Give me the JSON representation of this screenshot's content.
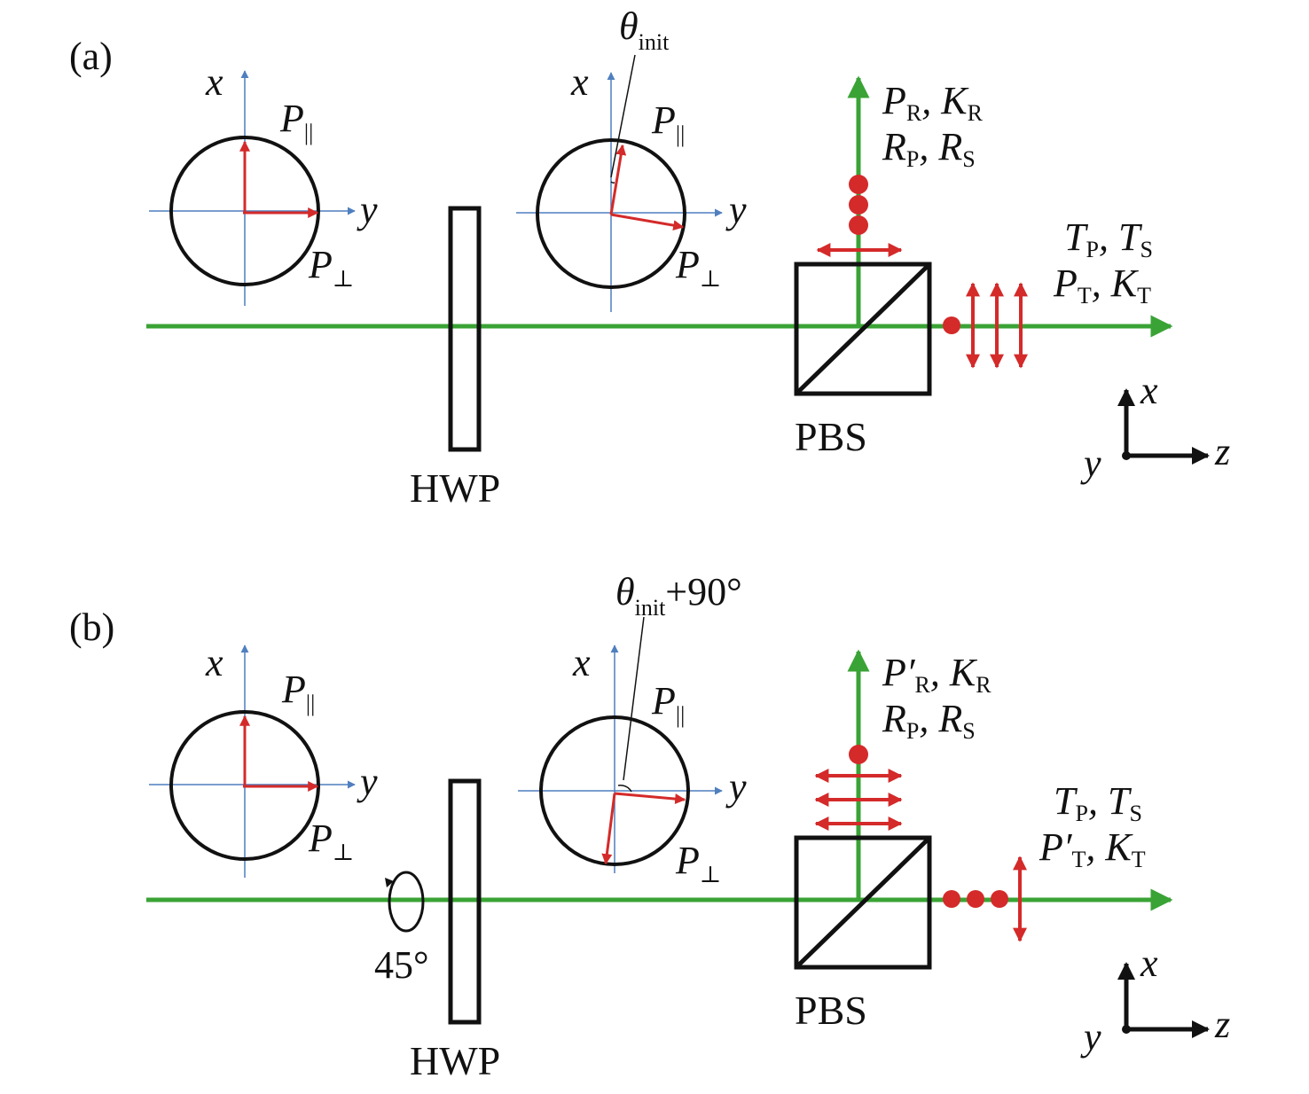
{
  "colors": {
    "beam": "#3aa335",
    "polarization": "#d42a2a",
    "axis": "#4f7fbf",
    "outline": "#111111"
  },
  "panel_a": {
    "label": "(a)",
    "axis_x": "x",
    "axis_y": "y",
    "p_parallel_base": "P",
    "p_parallel_sub": "||",
    "p_perp_base": "P",
    "p_perp_sub": "⊥",
    "theta_base": "θ",
    "theta_sub": "init",
    "hwp": "HWP",
    "pbs": "PBS",
    "reflected": {
      "l1_a": "P",
      "l1_a_sub": "R",
      "l1_sep": ", ",
      "l1_b": "K",
      "l1_b_sub": "R",
      "l2_a": "R",
      "l2_a_sub": "P",
      "l2_sep": ", ",
      "l2_b": "R",
      "l2_b_sub": "S"
    },
    "transmitted": {
      "l1_a": "T",
      "l1_a_sub": "P",
      "l1_sep": ", ",
      "l1_b": "T",
      "l1_b_sub": "S",
      "l2_a": "P",
      "l2_a_sub": "T",
      "l2_sep": ", ",
      "l2_b": "K",
      "l2_b_sub": "T"
    },
    "coord": {
      "x": "x",
      "y": "y",
      "z": "z"
    }
  },
  "panel_b": {
    "label": "(b)",
    "axis_x": "x",
    "axis_y": "y",
    "p_parallel_base": "P",
    "p_parallel_sub": "||",
    "p_perp_base": "P",
    "p_perp_sub": "⊥",
    "theta_base": "θ",
    "theta_sub": "init",
    "theta_suffix": "+90°",
    "rotation": "45°",
    "hwp": "HWP",
    "pbs": "PBS",
    "reflected": {
      "l1_a": "P′",
      "l1_a_sub": "R",
      "l1_sep": ", ",
      "l1_b": "K",
      "l1_b_sub": "R",
      "l2_a": "R",
      "l2_a_sub": "P",
      "l2_sep": ", ",
      "l2_b": "R",
      "l2_b_sub": "S"
    },
    "transmitted": {
      "l1_a": "T",
      "l1_a_sub": "P",
      "l1_sep": ", ",
      "l1_b": "T",
      "l1_b_sub": "S",
      "l2_a": "P′",
      "l2_a_sub": "T",
      "l2_sep": ", ",
      "l2_b": "K",
      "l2_b_sub": "T"
    },
    "coord": {
      "x": "x",
      "y": "y",
      "z": "z"
    }
  }
}
